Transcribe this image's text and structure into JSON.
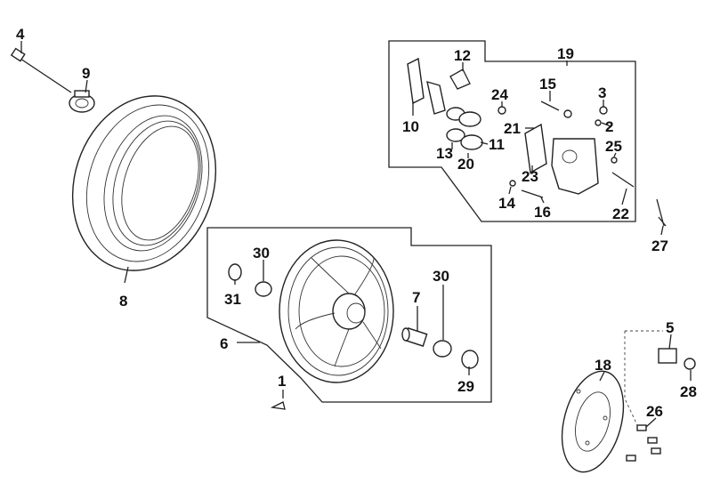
{
  "labels": {
    "p1": "1",
    "p2": "2",
    "p3": "3",
    "p4": "4",
    "p5": "5",
    "p6": "6",
    "p7": "7",
    "p8": "8",
    "p9": "9",
    "p10": "10",
    "p11": "11",
    "p12": "12",
    "p13": "13",
    "p14": "14",
    "p15": "15",
    "p16": "16",
    "p18": "18",
    "p19": "19",
    "p20": "20",
    "p21": "21",
    "p22": "22",
    "p23": "23",
    "p24": "24",
    "p25": "25",
    "p26": "26",
    "p27": "27",
    "p28": "28",
    "p29": "29",
    "p30a": "30",
    "p30b": "30",
    "p31": "31"
  },
  "colors": {
    "line": "#222222",
    "background": "#ffffff"
  }
}
